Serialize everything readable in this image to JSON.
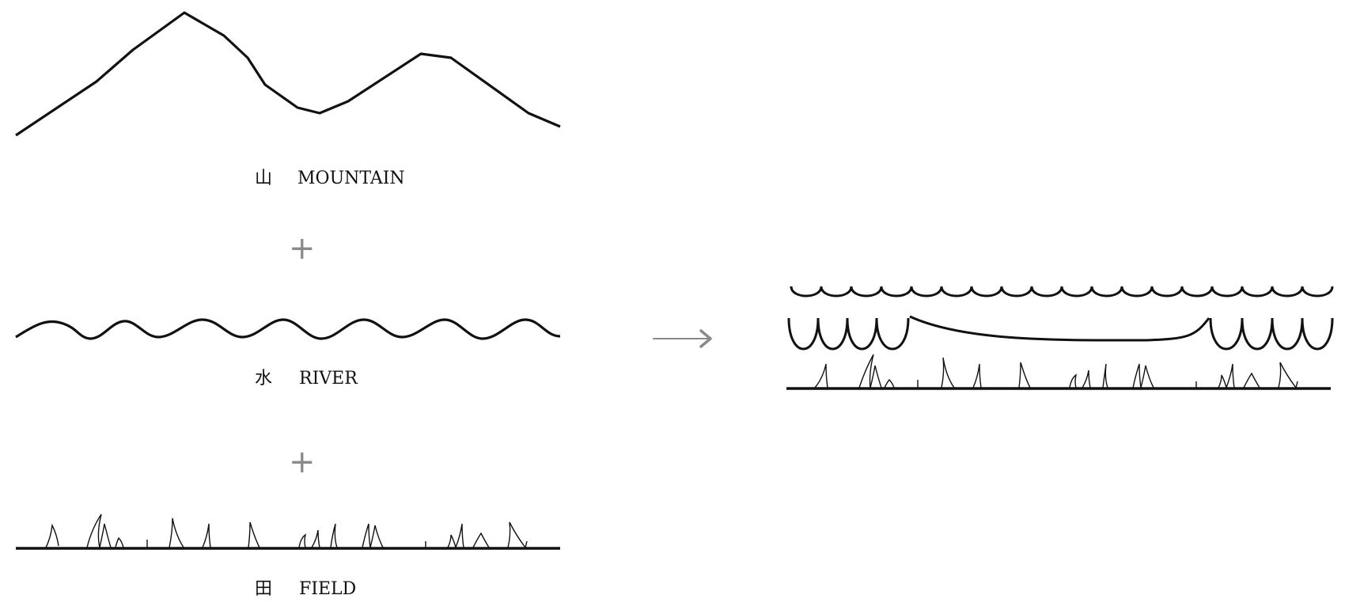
{
  "labels": {
    "mountain": {
      "glyph": "山",
      "text": "MOUNTAIN"
    },
    "river": {
      "glyph": "水",
      "text": "RIVER"
    },
    "field": {
      "glyph": "田",
      "text": "FIELD"
    }
  },
  "operators": {
    "plus_1": "+",
    "plus_2": "+"
  },
  "colors": {
    "stroke": "#111111",
    "operator": "#8a8a8a",
    "arrow": "#8a8a8a"
  },
  "icons": {
    "arrow": "right-arrow-icon"
  }
}
